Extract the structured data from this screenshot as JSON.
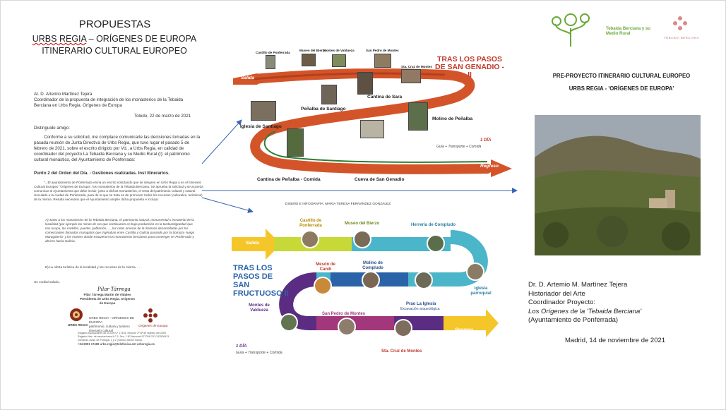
{
  "left": {
    "title": "PROPUESTAS",
    "subtitle1_a": "URBS REGIA",
    "subtitle1_b": " – ORÍGENES DE EUROPA",
    "subtitle2": "ITINERARIO CULTURAL EUROPEO",
    "addressee1": "At. D. Artemio Martínez Tejera",
    "addressee2": "Coordinador de la propuesta de integración de los monasterios de la Tebaida",
    "addressee3": "Berciana en Urbs Regia. Orígenes de Europa",
    "date": "Toledo, 22 de marzo de 2021",
    "greeting": "Distinguido amigo:",
    "para1": "Conforme a su solicitud, me complace comunicarle las decisiones tomadas en la pasada reunión de Junta Directiva de Urbs Regia, que tuvo lugar el pasado 5 de febrero de 2021, sobre el escrito dirigido por Vd., a Urbs Regia, en calidad de coordinador del proyecto La Tebaida Berciana y su Medio Rural (I): el patrimonio cultural monástico, del Ayuntamiento de Ponferrada:",
    "point": "Punto 2 del Orden del Día. - Gestiones realizadas. Inst Itinerarios.",
    "para2": "\"...El ayuntamiento de Ponferrada envía un escrito solicitando que se integren en Urbs Regia y en el Itinerario Cultural Europeo \"Orígenes de Europa\", los monasterios de la Tebaida Berciana. Se aprueba la solicitud y se acuerda comunicar al Ayuntamiento que debe incluir, junto a dichos monasterios, el resto del patrimonio cultural y natural vinculado a la ciudad de Ponferrada, para de lo que se trata es de promover todos los recursos (culturales, turísticos) de la misma. Resulta necesario que el Ayuntamiento amplíe dicha propuesta e incluya:",
    "itemA": "A) Junto a los monasterios de la Tebaida Berciana, el patrimonio natural, monumental o inmaterial de la localidad (por ejemplo las minas de oro que continuaron en bajo producción en la tardoantigüedad que nos ocupa, los castillos, puente, población, ..., las rutas arrieras de la Somoza desarrolladas por los comerciantes llamados maragatos que trajinaban entre Castilla y Galicia pasando por la Somoza -luego Maragatería- y los montes donde estuvieron los monasterios bercianos para converger en Ponferrada y abrirse hacia Galicia.",
    "itemB": "B) La oferta turística de la localidad y los recursos de la misma. . . .",
    "closing": "Un cordial saludo,",
    "signature": "Pilar Tárrega",
    "signer1": "Pilar Tárrega Martín de Vidales",
    "signer2": "Presidenta de Urbs Regia. Orígenes de Europa",
    "logo_text1": "URBS REGIA",
    "logo_text2": "URBS REGIA - ORÍGENES DE EUROPA",
    "logo_text3": "patrimonio, cultura y turismo",
    "logo_text4": "Itinerario cultural",
    "logo_text5": "Orígenes de Europa",
    "footer1": "Registro Asociaciones de JCCM N.º 17315, Sección 1ª Nº de registro del 2009",
    "footer2": "Registro Nac. de asociaciones N.º 3, Sec. 1 Nº Nacional 577028 CIF G43526913",
    "footer3": "Domicilio: Avda. de Portugal, 1 y 2 (Toledo) 45004 Toledo",
    "footer4": "+34 6991 17469 urbs.regia@telefonica.net  urbsregia.es"
  },
  "route1": {
    "title": "TRAS LOS PASOS DE SAN GENADIO - II",
    "start": "Salida",
    "end": "Regreso",
    "stops": [
      "Castillo de Ponferrada",
      "Museo del Bierzo",
      "Montes de Valdueza",
      "San Pedro de Montes",
      "Sta. Cruz de Montes",
      "Cantina de Sara",
      "Peñalba de Santiago",
      "Iglesia de Santiago",
      "Molino de Peñalba",
      "Cantina de Peñalba - Comida",
      "Cueva de San Genadio"
    ],
    "days": "1 DÍA",
    "services": "Guía + Transporte + Comida"
  },
  "credit": "DISEÑO E INFOGRAFÍA: MARÍA TERESA FERNÁNDEZ GONZÁLEZ",
  "route2": {
    "title": "TRAS LOS PASOS DE SAN FRUCTUOSO II",
    "start": "Salida",
    "end": "Regreso",
    "stops": [
      "Castillo de Ponferrada",
      "Museo del Bierzo",
      "Herrería de Compludo",
      "Mesón de Candi",
      "Molino de Compludo",
      "Prao La Iglesia",
      "Excavación arqueológica",
      "Iglesia parroquial",
      "Montes de Valdueza",
      "San Pedro de Montes",
      "Sta. Cruz de Montes"
    ],
    "days": "1 DÍA",
    "services": "Guía + Transporte + Comida"
  },
  "right": {
    "logo_name": "Tebaida Berciana y su Medio Rural",
    "logo_small": "TEBAIDA BERCIANA",
    "heading1": "PRE-PROYECTO ITINERARIO CULTURAL EUROPEO",
    "heading2": "URBS REGIA - 'ORÍGENES DE EUROPA'",
    "person1": "Dr. D. Artemio M. Martínez Tejera",
    "person2": "Historiador del Arte",
    "person3": "Coordinador Proyecto:",
    "person4": "Los Orígenes de la 'Tebaida Berciana'",
    "person5": "(Ayuntamiento de Ponferrada)",
    "date": "Madrid, 14 de noviembre de 2021"
  },
  "colors": {
    "route1_band": "#d4542a",
    "route2_arrow": "#f5c62a",
    "accent_red": "#c0392b",
    "logo_green": "#6aa83a"
  }
}
